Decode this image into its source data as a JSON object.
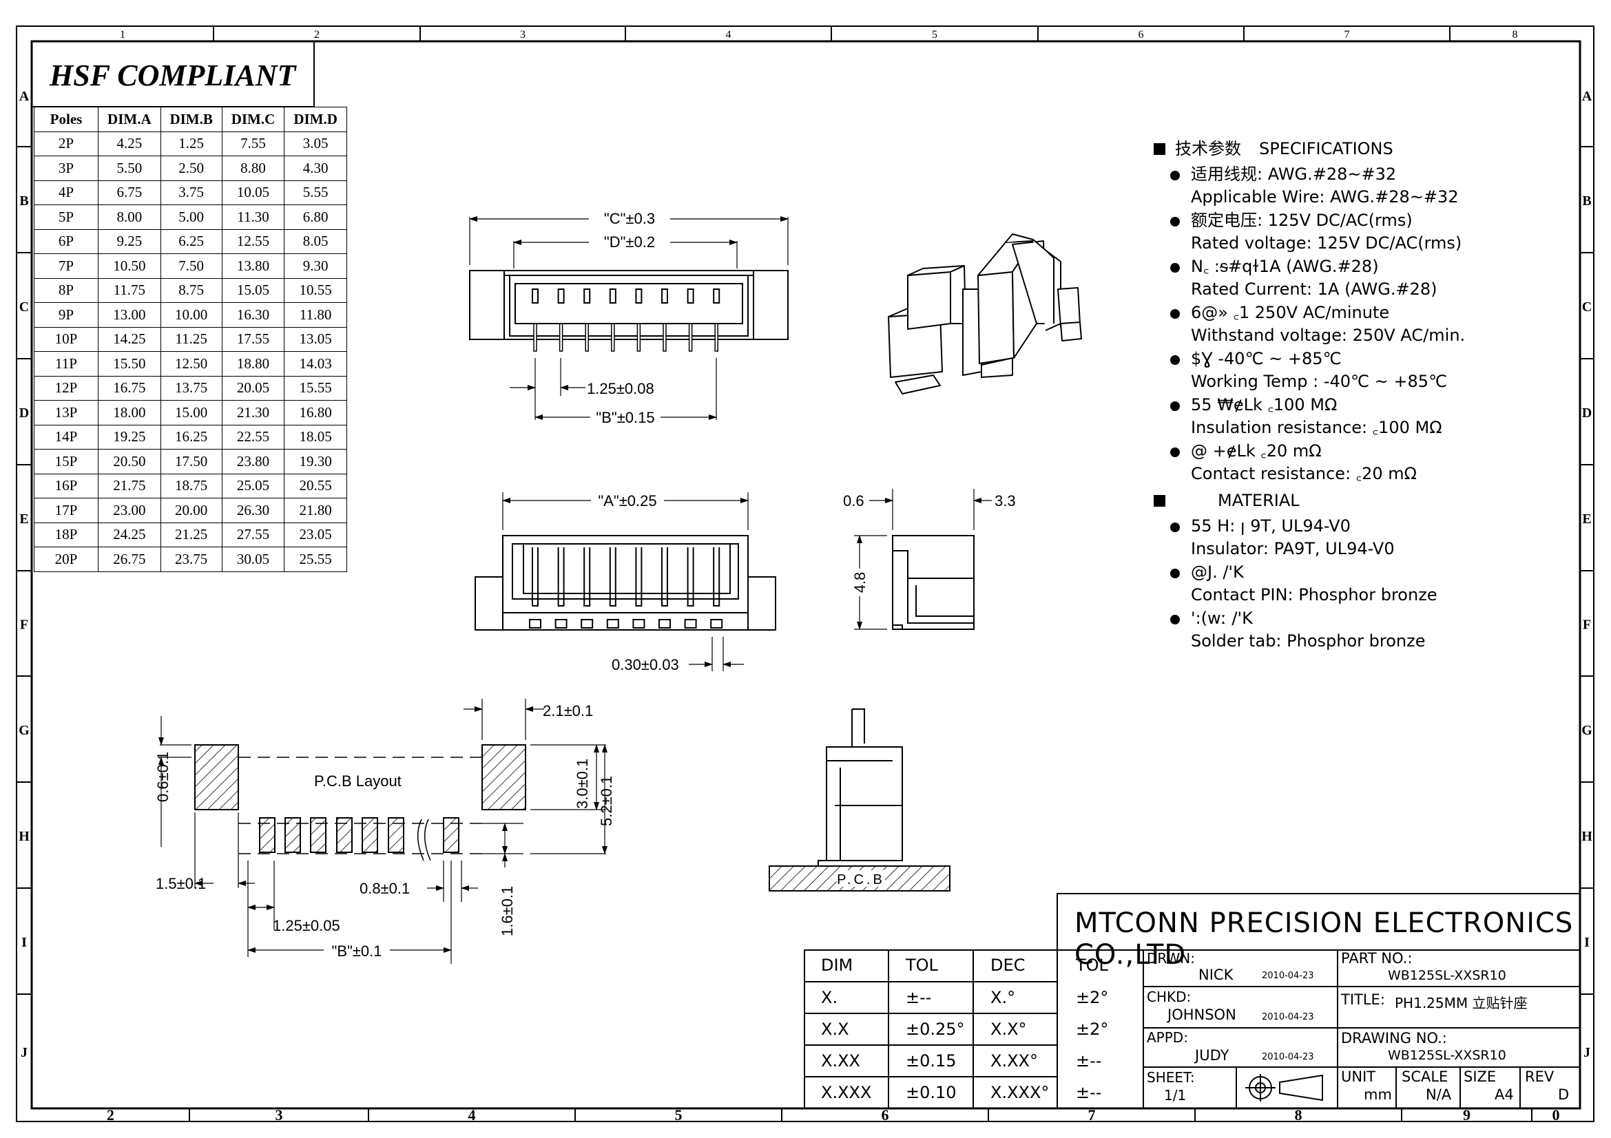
{
  "frame": {
    "col_labels": [
      "1",
      "2",
      "3",
      "4",
      "5",
      "6",
      "7",
      "8"
    ],
    "bottom_col_labels": [
      "2",
      "3",
      "4",
      "5",
      "6",
      "7",
      "8",
      "9",
      "0"
    ],
    "row_labels": [
      "A",
      "B",
      "C",
      "D",
      "E",
      "F",
      "G",
      "H",
      "I",
      "J"
    ]
  },
  "hsf_title": "HSF COMPLIANT",
  "dim_table": {
    "headers": [
      "Poles",
      "DIM.A",
      "DIM.B",
      "DIM.C",
      "DIM.D"
    ],
    "rows": [
      [
        "2P",
        "4.25",
        "1.25",
        "7.55",
        "3.05"
      ],
      [
        "3P",
        "5.50",
        "2.50",
        "8.80",
        "4.30"
      ],
      [
        "4P",
        "6.75",
        "3.75",
        "10.05",
        "5.55"
      ],
      [
        "5P",
        "8.00",
        "5.00",
        "11.30",
        "6.80"
      ],
      [
        "6P",
        "9.25",
        "6.25",
        "12.55",
        "8.05"
      ],
      [
        "7P",
        "10.50",
        "7.50",
        "13.80",
        "9.30"
      ],
      [
        "8P",
        "11.75",
        "8.75",
        "15.05",
        "10.55"
      ],
      [
        "9P",
        "13.00",
        "10.00",
        "16.30",
        "11.80"
      ],
      [
        "10P",
        "14.25",
        "11.25",
        "17.55",
        "13.05"
      ],
      [
        "11P",
        "15.50",
        "12.50",
        "18.80",
        "14.03"
      ],
      [
        "12P",
        "16.75",
        "13.75",
        "20.05",
        "15.55"
      ],
      [
        "13P",
        "18.00",
        "15.00",
        "21.30",
        "16.80"
      ],
      [
        "14P",
        "19.25",
        "16.25",
        "22.55",
        "18.05"
      ],
      [
        "15P",
        "20.50",
        "17.50",
        "23.80",
        "19.30"
      ],
      [
        "16P",
        "21.75",
        "18.75",
        "25.05",
        "20.55"
      ],
      [
        "17P",
        "23.00",
        "20.00",
        "26.30",
        "21.80"
      ],
      [
        "18P",
        "24.25",
        "21.25",
        "27.55",
        "23.05"
      ],
      [
        "20P",
        "26.75",
        "23.75",
        "30.05",
        "25.55"
      ]
    ]
  },
  "dims": {
    "c": "\"C\"±0.3",
    "d": "\"D\"±0.2",
    "pitch": "1.25±0.08",
    "b": "\"B\"±0.15",
    "a": "\"A\"±0.25",
    "pin": "0.30±0.03",
    "side_w1": "0.6",
    "side_w2": "3.3",
    "side_h": "4.8",
    "pcb_21": "2.1±0.1",
    "pcb_06": "0.6±0.1",
    "pcb_30": "3.0±0.1",
    "pcb_52": "5.2±0.1",
    "pcb_15": "1.5±0.1",
    "pcb_08": "0.8±0.1",
    "pcb_16": "1.6±0.1",
    "pcb_125": "1.25±0.05",
    "pcb_b": "\"B\"±0.1",
    "pcb_label": "P.C.B Layout",
    "pcb_board": "P.C.B"
  },
  "spec": {
    "title_cn": "技术参数",
    "title_en": "SPECIFICATIONS",
    "items": [
      {
        "l1": "适用线规:  AWG.#28~#32",
        "l2": "Applicable  Wire:  AWG.#28~#32"
      },
      {
        "l1": "额定电压:  125V  DC/AC(rms)",
        "l2": "Rated  voltage:  125V  DC/AC(rms)"
      },
      {
        "l1": "N꜀   ꞉ᵴ#qɫ1A  (AWG.#28)",
        "l2": "Rated  Current:  1A  (AWG.#28)"
      },
      {
        "l1": "6@»   ꜀1 250V  AC/minute",
        "l2": "Withstand  voltage:  250V  AC/min."
      },
      {
        "l1": "         $Ɣ  -40℃  ~  +85℃",
        "l2": "Working  Temp  :  -40℃  ~  +85℃"
      },
      {
        "l1": "55      ₩ɇLk   ꜀100  MΩ",
        "l2": "Insulation  resistance:   ꜀100  MΩ"
      },
      {
        "l1": "      @ +ɇLk  ꜀20  mΩ",
        "l2": "Contact  resistance:   ꜀20  mΩ"
      }
    ],
    "material_title": "MATERIAL",
    "material": [
      {
        "l1": "55  H:    ꞁ 9T,  UL94-V0",
        "l2": "Insulator:  PA9T,  UL94-V0"
      },
      {
        "l1": "      @J. /'K",
        "l2": "Contact  PIN:  Phosphor  bronze"
      },
      {
        "l1": "':(wː  /'K",
        "l2": "Solder  tab:  Phosphor  bronze"
      }
    ]
  },
  "title_block": {
    "company": "MTCONN PRECISION ELECTRONICS CO.,LTD",
    "tol_headers": [
      "DIM",
      "TOL",
      "DEC",
      "TOL"
    ],
    "tol_rows": [
      [
        "X.",
        "±--",
        "X.°",
        "±2°"
      ],
      [
        "X.X",
        "±0.25°",
        "X.X°",
        "±2°"
      ],
      [
        "X.XX",
        "±0.15",
        "X.XX°",
        "±--"
      ],
      [
        "X.XXX",
        "±0.10",
        "X.XXX°",
        "±--"
      ]
    ],
    "drwn_label": "DRWN:",
    "drwn_name": "NICK",
    "drwn_date": "2010-04-23",
    "chkd_label": "CHKD:",
    "chkd_name": "JOHNSON",
    "chkd_date": "2010-04-23",
    "appd_label": "APPD:",
    "appd_name": "JUDY",
    "appd_date": "2010-04-23",
    "sheet_label": "SHEET:",
    "sheet_value": "1/1",
    "part_label": "PART NO.:",
    "part_value": "WB125SL-XXSR10",
    "title_label": "TITLE:",
    "title_value": "PH1.25MM  立贴针座",
    "drawing_label": "DRAWING NO.:",
    "drawing_value": "WB125SL-XXSR10",
    "unit_label": "UNIT",
    "unit_value": "mm",
    "scale_label": "SCALE",
    "scale_value": "N/A",
    "size_label": "SIZE",
    "size_value": "A4",
    "rev_label": "REV",
    "rev_value": "D"
  }
}
